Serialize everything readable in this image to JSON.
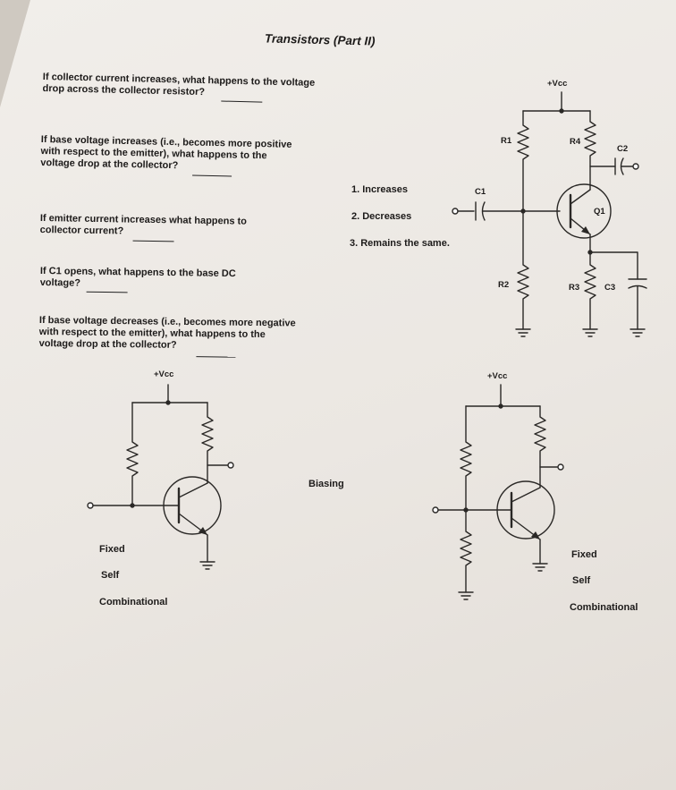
{
  "title": "Transistors (Part II)",
  "questions": [
    {
      "line1": "If collector current increases, what happens to the voltage",
      "line2": "drop across the collector resistor?"
    },
    {
      "line1": "If base voltage increases (i.e., becomes more positive",
      "line2": "with respect to the emitter), what happens to the",
      "line3": "voltage drop at the collector?"
    },
    {
      "line1": "If emitter current increases what happens to",
      "line2": "collector current?"
    },
    {
      "line1": "If C1 opens, what happens to the base DC",
      "line2": "voltage?"
    },
    {
      "line1": "If base voltage decreases (i.e., becomes more negative",
      "line2": "with respect to the emitter), what happens to the",
      "line3": "voltage drop at the collector?"
    }
  ],
  "options": [
    "1. Increases",
    "2. Decreases",
    "3. Remains the same."
  ],
  "circuit_labels": {
    "vcc": "+Vcc",
    "r1": "R1",
    "r2": "R2",
    "r3": "R3",
    "r4": "R4",
    "c1": "C1",
    "c2": "C2",
    "c3": "C3",
    "q1": "Q1"
  },
  "biasing_label": "Biasing",
  "left_diagram": {
    "vcc": "+Vcc",
    "choices": [
      "Fixed",
      "Self",
      "Combinational"
    ]
  },
  "right_diagram": {
    "vcc": "+Vcc",
    "choices": [
      "Fixed",
      "Self",
      "Combinational"
    ]
  }
}
